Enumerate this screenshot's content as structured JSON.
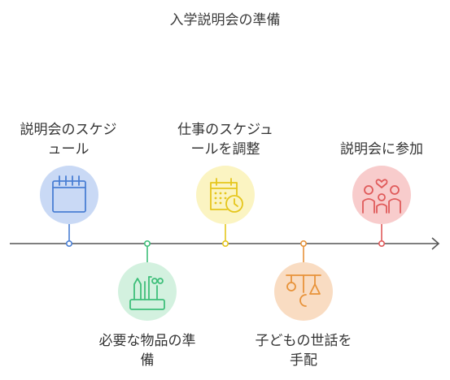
{
  "title": "入学説明会の準備",
  "steps": [
    {
      "label": "説明会のスケジ\nュール",
      "icon": "calendar-icon",
      "color": "#4a7fd4",
      "bg": "#c9d9f5",
      "position": "above"
    },
    {
      "label": "必要な物品の準\n備",
      "icon": "supplies-icon",
      "color": "#3fbf7a",
      "bg": "#d3f1df",
      "position": "below"
    },
    {
      "label": "仕事のスケジュ\nールを調整",
      "icon": "calendar-clock-icon",
      "color": "#e5c61c",
      "bg": "#fbf4c2",
      "position": "above"
    },
    {
      "label": "子どもの世話を\n手配",
      "icon": "baby-mobile-icon",
      "color": "#e8933a",
      "bg": "#f9dcc2",
      "position": "below"
    },
    {
      "label": "説明会に参加",
      "icon": "family-icon",
      "color": "#e05a5a",
      "bg": "#f8cccc",
      "position": "above"
    }
  ],
  "colors": {
    "timeline": "#555555"
  }
}
